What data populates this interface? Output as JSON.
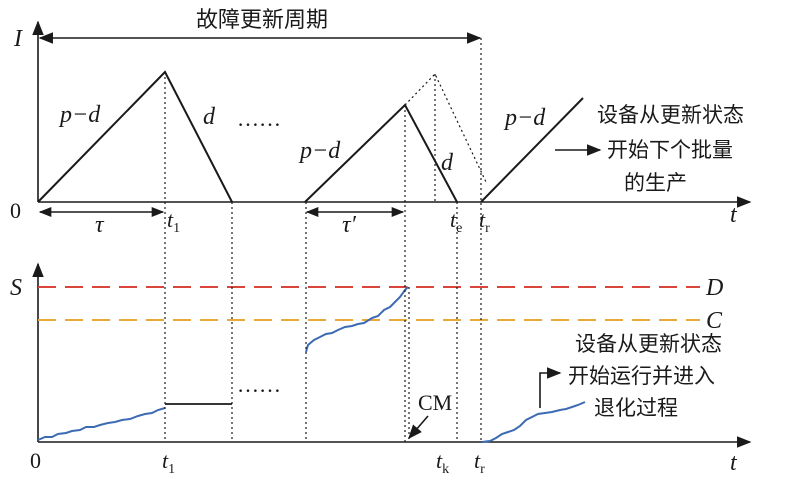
{
  "title": "故障更新周期",
  "axes": {
    "top_y": "I",
    "bottom_y": "S",
    "x": "t",
    "origin": "0"
  },
  "top_panel": {
    "rise_label_1": "p−d",
    "fall_label_1": "d",
    "ellipsis": "……",
    "rise_label_2": "p−d",
    "fall_label_2": "d",
    "rise_label_3": "p−d",
    "tau": "τ",
    "tau_prime": "τ′",
    "t1_main": "t",
    "t1_sub": "1",
    "te_main": "t",
    "te_sub": "e",
    "tr_main": "t",
    "tr_sub": "r",
    "note_line1": "设备从更新状态",
    "note_line2": "开始下个批量",
    "note_line3": "的生产"
  },
  "bottom_panel": {
    "level_D": "D",
    "level_C": "C",
    "ellipsis": "……",
    "cm": "CM",
    "t1_main": "t",
    "t1_sub": "1",
    "tk_main": "t",
    "tk_sub": "k",
    "tr_main": "t",
    "tr_sub": "r",
    "note_line1": "设备从更新状态",
    "note_line2": "开始运行并进入",
    "note_line3": "退化过程"
  },
  "colors": {
    "level_D": "#d9453a",
    "level_C": "#e8a93a",
    "degradation": "#3d6bb3",
    "ink": "#1a1a1a"
  }
}
